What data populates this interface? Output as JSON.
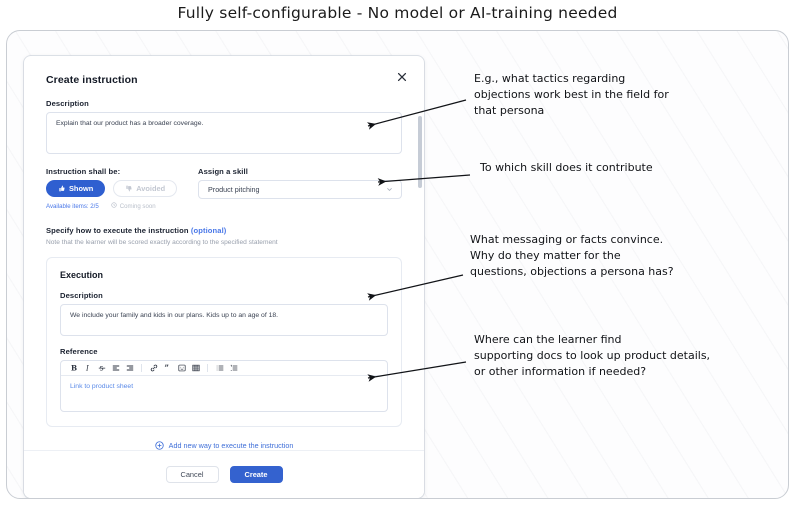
{
  "headline": "Fully self-configurable - No model or AI-training needed",
  "modal": {
    "title": "Create instruction",
    "close_icon": "close-icon",
    "description": {
      "label": "Description",
      "value": "Explain that our product has a broader coverage."
    },
    "instruction_shall_be": {
      "label": "Instruction shall be:",
      "options": [
        {
          "label": "Shown",
          "icon": "thumbs-up-icon",
          "selected": true
        },
        {
          "label": "Avoided",
          "icon": "thumbs-down-icon",
          "selected": false
        }
      ],
      "available_items": "Available items: 2/5",
      "coming_soon": "Coming soon"
    },
    "assign_skill": {
      "label": "Assign a skill",
      "value": "Product pitching"
    },
    "specify": {
      "label": "Specify how to execute the instruction",
      "optional": "(optional)",
      "note": "Note that the learner will be scored exactly according to the specified statement"
    },
    "execution": {
      "title": "Execution",
      "description_label": "Description",
      "description_value": "We include your family and kids in our plans. Kids up to an age of 18.",
      "reference_label": "Reference",
      "reference_value": "Link to product sheet",
      "toolbar": [
        "bold-icon",
        "italic-icon",
        "strikethrough-icon",
        "align-left-icon",
        "align-right-icon",
        "link-icon",
        "quote-icon",
        "emoji-icon",
        "table-icon",
        "bullet-list-icon",
        "numbered-list-icon"
      ]
    },
    "add_new_way": "Add new way to execute the instruction",
    "footer": {
      "cancel": "Cancel",
      "create": "Create"
    }
  },
  "annotations": [
    "E.g., what tactics regarding\nobjections work best in the field for\nthat persona",
    "To which skill does it contribute",
    "What messaging or facts convince.\nWhy do they matter for the\nquestions, objections a persona has?",
    "Where can the learner find\nsupporting docs to look up product details,\nor other information if needed?"
  ],
  "colors": {
    "primary_blue": "#3462cf",
    "link_blue": "#4a78e8",
    "muted_grey": "#b9bfca"
  }
}
